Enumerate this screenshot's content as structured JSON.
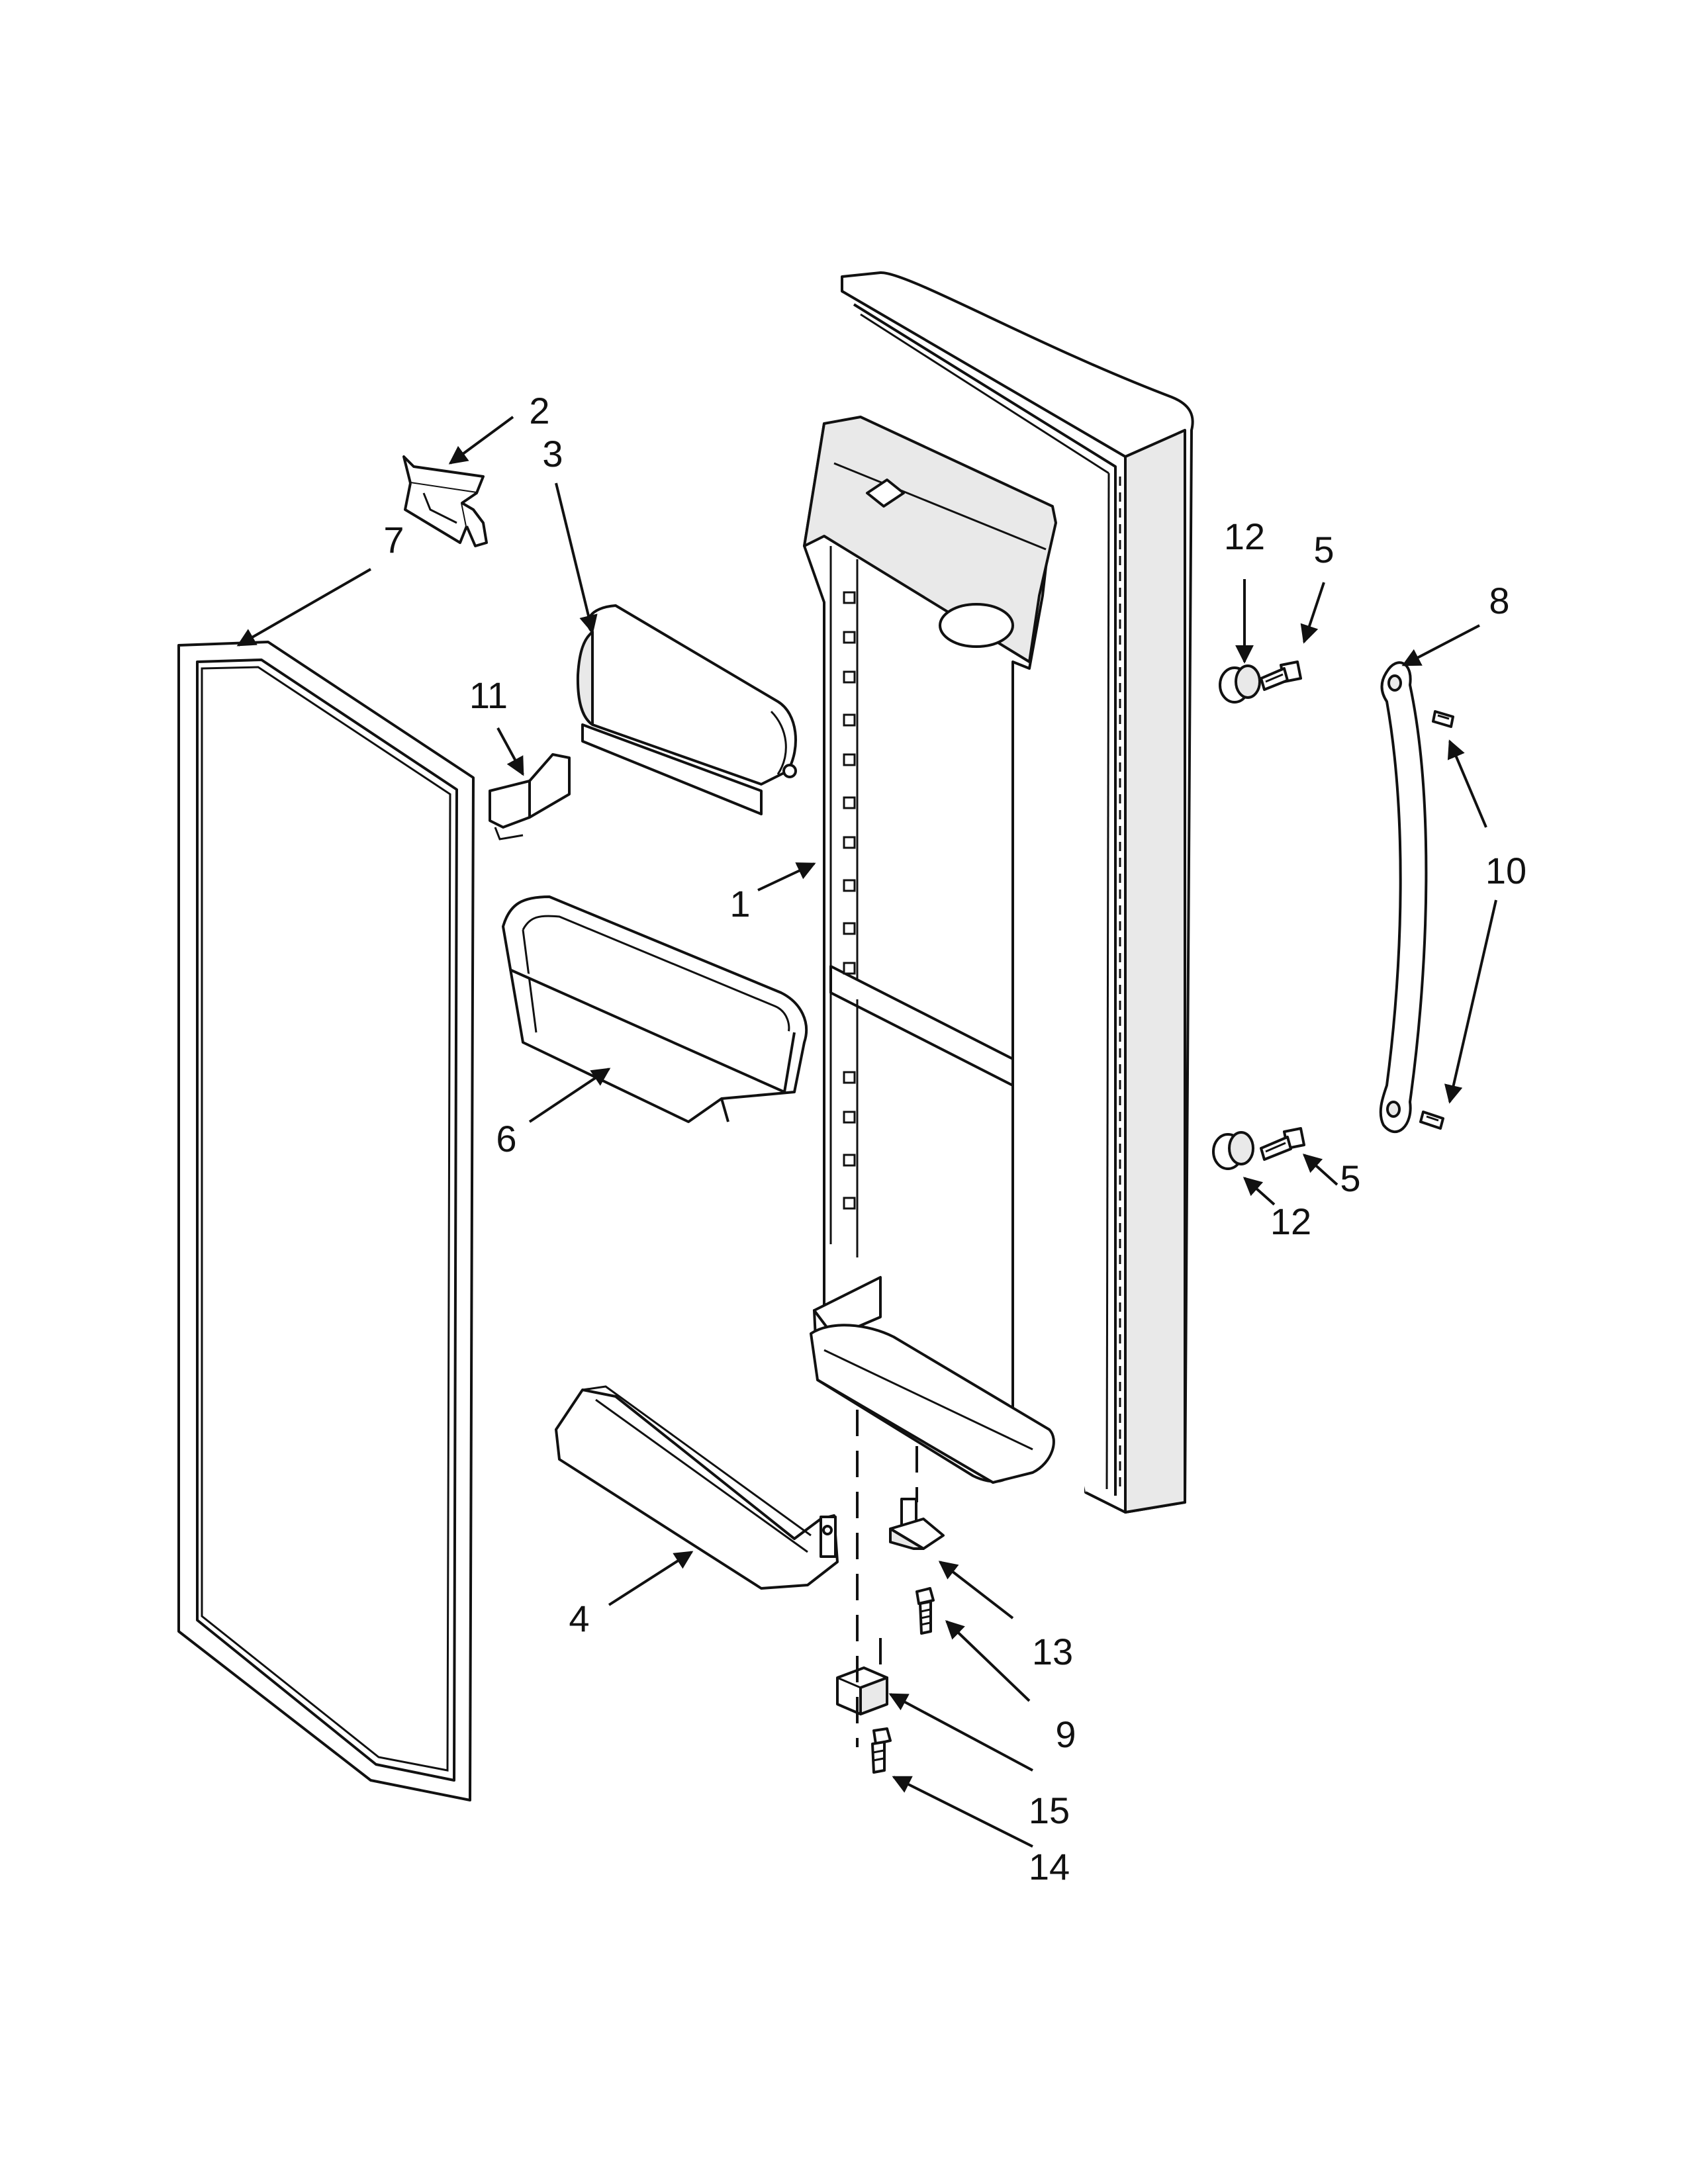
{
  "diagram": {
    "callouts": [
      {
        "id": "door",
        "label": "1"
      },
      {
        "id": "bracket-top",
        "label": "2"
      },
      {
        "id": "dairy-cover",
        "label": "3"
      },
      {
        "id": "bottom-bin",
        "label": "4"
      },
      {
        "id": "screw-upper",
        "label": "5"
      },
      {
        "id": "screw-lower",
        "label": "5"
      },
      {
        "id": "door-bin",
        "label": "6"
      },
      {
        "id": "gasket",
        "label": "7"
      },
      {
        "id": "handle",
        "label": "8"
      },
      {
        "id": "hinge-screw",
        "label": "9"
      },
      {
        "id": "handle-screws",
        "label": "10"
      },
      {
        "id": "clip",
        "label": "11"
      },
      {
        "id": "spacer-upper",
        "label": "12"
      },
      {
        "id": "spacer-lower",
        "label": "12"
      },
      {
        "id": "hinge-pin",
        "label": "13"
      },
      {
        "id": "bottom-screw",
        "label": "14"
      },
      {
        "id": "hinge-block",
        "label": "15"
      }
    ]
  }
}
